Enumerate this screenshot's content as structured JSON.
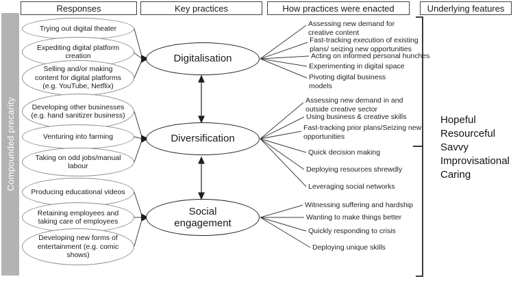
{
  "headers": {
    "responses": "Responses",
    "key_practices": "Key practices",
    "how_enacted": "How practices were enacted",
    "underlying_features": "Underlying features"
  },
  "sidebar": {
    "label": "Compounded precarity"
  },
  "colors": {
    "sidebar_bg": "#b3b3b3",
    "line": "#3c3c3c",
    "text": "#1a1a1a"
  },
  "groups": [
    {
      "practice": "Digitalisation",
      "responses": [
        "Trying out digital theater",
        "Expediting digital platform creation",
        "Selling and/or making content for digital platforms (e.g. YouTube, Netflix)"
      ],
      "enactments": [
        "Assessing new demand for creative content",
        "Fast-tracking execution of existing plans/ seizing new opportunities",
        "Acting on informed personal hunches",
        "Experimenting in digital space",
        "Pivoting digital business models"
      ]
    },
    {
      "practice": "Diversification",
      "responses": [
        "Developing other businesses (e.g. hand sanitizer business)",
        "Venturing into farming",
        "Taking on odd jobs/manual labour"
      ],
      "enactments": [
        "Assessing new demand in and outside creative sector",
        "Using business & creative skills",
        "Fast-tracking prior plans/Seizing new opportunities",
        "Quick decision making",
        "Deploying resources shrewdly",
        "Leveraging social networks"
      ]
    },
    {
      "practice": "Social engagement",
      "responses": [
        "Producing educational videos",
        "Retaining employees and taking care of employees",
        "Developing new forms of entertainment (e.g. comic shows)"
      ],
      "enactments": [
        "Witnessing suffering and hardship",
        "Wanting to make things better",
        "Quickly responding to crisis",
        "Deploying unique skills"
      ]
    }
  ],
  "underlying_features": [
    "Hopeful",
    "Resourceful",
    "Savvy",
    "Improvisational",
    "Caring"
  ]
}
